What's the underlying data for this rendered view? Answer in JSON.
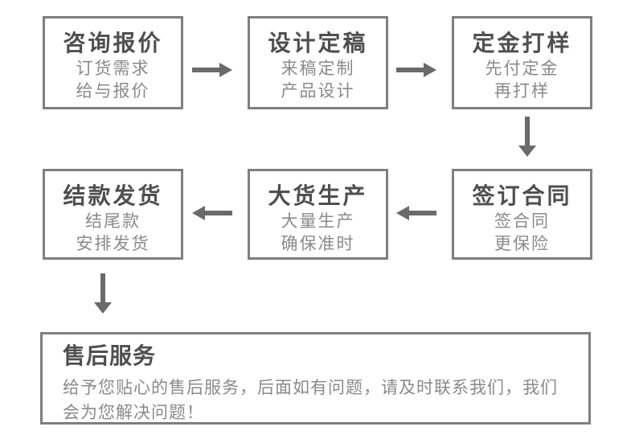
{
  "flow": {
    "steps": [
      {
        "title": "咨询报价",
        "lines": [
          "订货需求",
          "给与报价"
        ]
      },
      {
        "title": "设计定稿",
        "lines": [
          "来稿定制",
          "产品设计"
        ]
      },
      {
        "title": "定金打样",
        "lines": [
          "先付定金",
          "再打样"
        ]
      },
      {
        "title": "签订合同",
        "lines": [
          "签合同",
          "更保险"
        ]
      },
      {
        "title": "大货生产",
        "lines": [
          "大量生产",
          "确保准时"
        ]
      },
      {
        "title": "结款发货",
        "lines": [
          "结尾款",
          "安排发货"
        ]
      }
    ],
    "after_sales": {
      "title": "售后服务",
      "description": "给予您贴心的售后服务，后面如有问题，请及时联系我们，我们会为您解决问题！"
    },
    "colors": {
      "box_border": "#7f7f7f",
      "arrow": "#6a6a6a",
      "title_text": "#4f4f4f",
      "body_text": "#8a8a8a",
      "background": "#ffffff"
    }
  }
}
